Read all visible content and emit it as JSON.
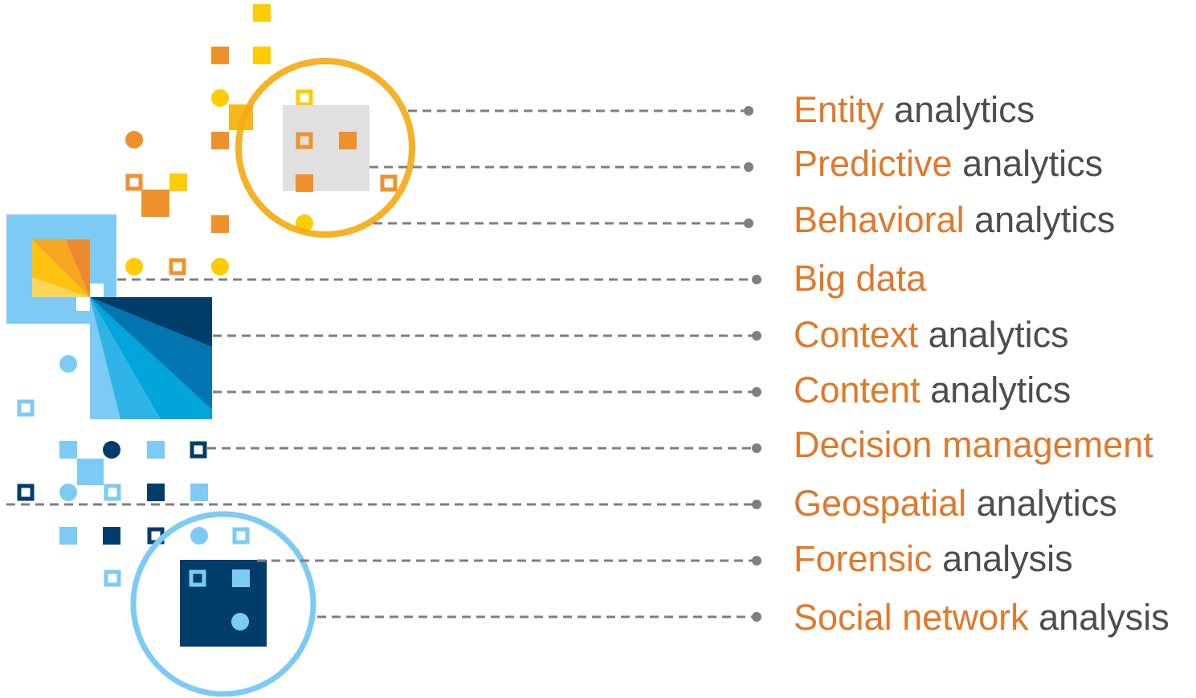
{
  "colors": {
    "orange": "#e0792a",
    "gray_text": "#4d4d4d",
    "dash_line": "#7f7f7f",
    "yellow": "#ffcc00",
    "amber": "#f0ac1c",
    "light_blue": "#7dcbf5",
    "mid_blue": "#0089cf",
    "navy": "#003d6a"
  },
  "items": [
    {
      "highlight": "Entity",
      "rest": " analytics"
    },
    {
      "highlight": "Predictive",
      "rest": " analytics"
    },
    {
      "highlight": "Behavioral",
      "rest": " analytics"
    },
    {
      "highlight": "Big data",
      "rest": ""
    },
    {
      "highlight": "Context",
      "rest": " analytics"
    },
    {
      "highlight": "Content",
      "rest": " analytics"
    },
    {
      "highlight": "Decision management",
      "rest": ""
    },
    {
      "highlight": "Geospatial",
      "rest": " analytics"
    },
    {
      "highlight": "Forensic",
      "rest": " analysis"
    },
    {
      "highlight": "Social network",
      "rest": " analysis"
    }
  ]
}
